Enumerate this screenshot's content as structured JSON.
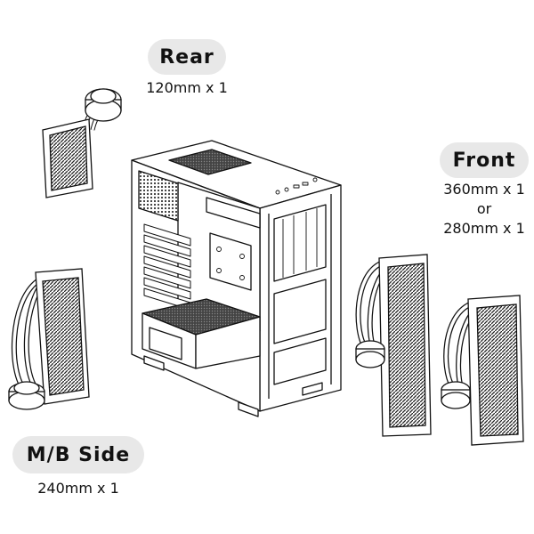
{
  "labels": {
    "rear": {
      "title": "Rear",
      "spec": "120mm x 1"
    },
    "front": {
      "title": "Front",
      "spec_a": "360mm x 1",
      "or": "or",
      "spec_b": "280mm x 1"
    },
    "mb_side": {
      "title": "M/B Side",
      "spec": "240mm x 1"
    }
  },
  "colors": {
    "line": "#111111",
    "pill": "#e8e8e8",
    "fill": "#ffffff",
    "hatch": "#222222"
  },
  "icons": [
    "pc-case",
    "radiator-120mm",
    "radiator-240mm",
    "radiator-360mm",
    "radiator-280mm",
    "pump-block"
  ]
}
